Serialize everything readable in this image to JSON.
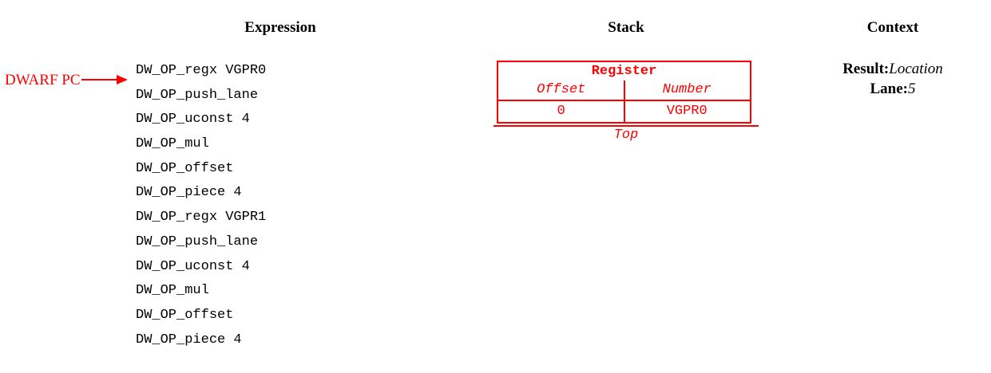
{
  "headings": {
    "expression": "Expression",
    "stack": "Stack",
    "context": "Context"
  },
  "pointer": {
    "label": "DWARF PC",
    "color": "#ff0000",
    "points_to_line_index": 1
  },
  "expression": {
    "lines": [
      "DW_OP_regx VGPR0",
      "DW_OP_push_lane",
      "DW_OP_uconst 4",
      "DW_OP_mul",
      "DW_OP_offset",
      "DW_OP_piece 4",
      "DW_OP_regx VGPR1",
      "DW_OP_push_lane",
      "DW_OP_uconst 4",
      "DW_OP_mul",
      "DW_OP_offset",
      "DW_OP_piece 4"
    ]
  },
  "stack": {
    "color": "#ff0000",
    "top_label": "Top",
    "entries": [
      {
        "title": "Register",
        "fields": [
          "Offset",
          "Number"
        ],
        "values": [
          "0",
          "VGPR0"
        ]
      }
    ]
  },
  "context": {
    "rows": [
      {
        "key": "Result:",
        "value": "Location"
      },
      {
        "key": "Lane:",
        "value": "5"
      }
    ]
  }
}
